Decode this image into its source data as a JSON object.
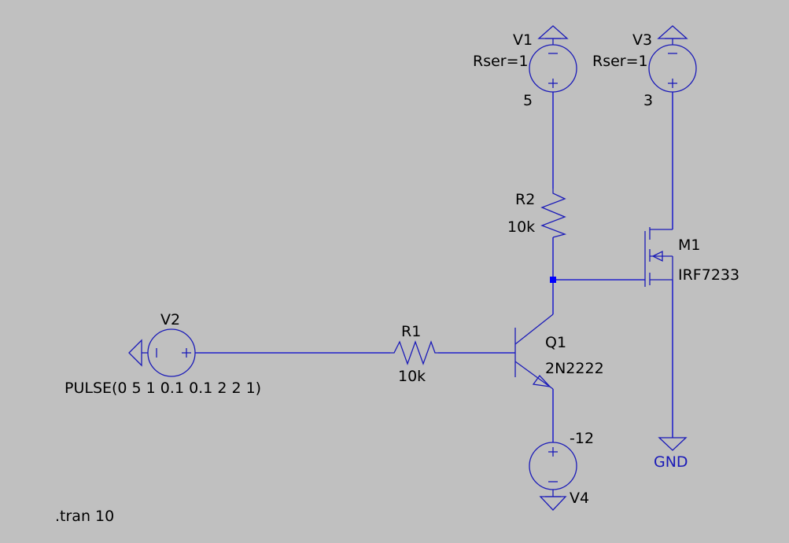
{
  "colors": {
    "background": "#c0c0c0",
    "wire": "#0000cc",
    "symbol": "#1a1ab8",
    "junction": "#0000ff",
    "text": "#000000",
    "net_label": "#1a1ab8"
  },
  "components": {
    "v1": {
      "name": "V1",
      "rser": "Rser=1",
      "value": "5"
    },
    "v3": {
      "name": "V3",
      "rser": "Rser=1",
      "value": "3"
    },
    "v2": {
      "name": "V2",
      "value": "PULSE(0 5 1 0.1 0.1 2 2 1)"
    },
    "v4": {
      "name": "V4",
      "value": "-12"
    },
    "r1": {
      "name": "R1",
      "value": "10k"
    },
    "r2": {
      "name": "R2",
      "value": "10k"
    },
    "q1": {
      "name": "Q1",
      "model": "2N2222"
    },
    "m1": {
      "name": "M1",
      "model": "IRF7233"
    }
  },
  "net_labels": {
    "gnd": "GND"
  },
  "directives": {
    "tran": ".tran 10"
  },
  "icons": {
    "voltage_source": "circle-with-plus-minus",
    "resistor": "zigzag",
    "npn": "bjt-npn",
    "pmos": "mosfet-p",
    "ground": "triangle-ground"
  }
}
